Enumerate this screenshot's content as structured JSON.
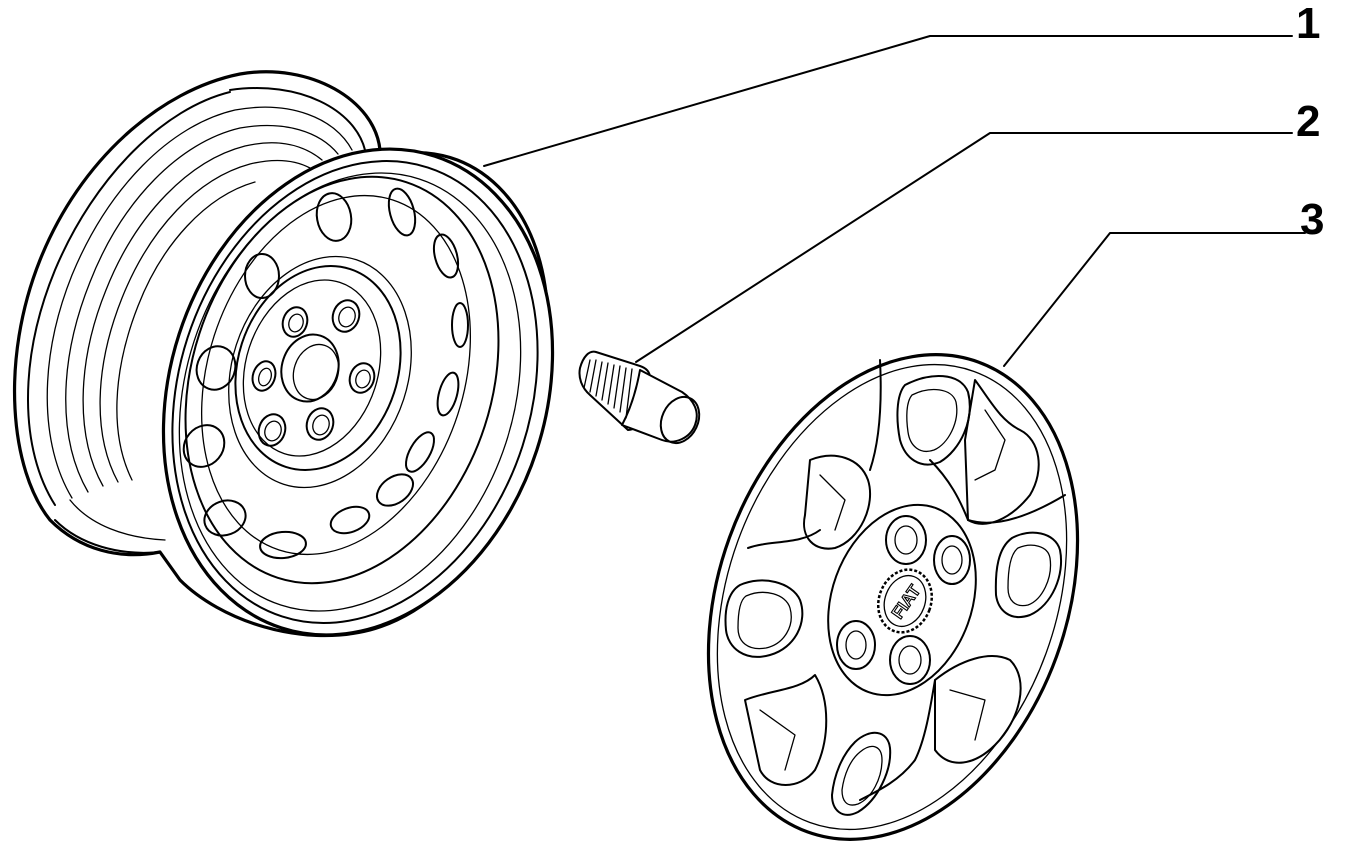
{
  "callouts": [
    {
      "id": "1",
      "label": "1"
    },
    {
      "id": "2",
      "label": "2"
    },
    {
      "id": "3",
      "label": "3"
    }
  ],
  "logo_text": "FIAT",
  "colors": {
    "line": "#000000",
    "background": "#ffffff"
  }
}
